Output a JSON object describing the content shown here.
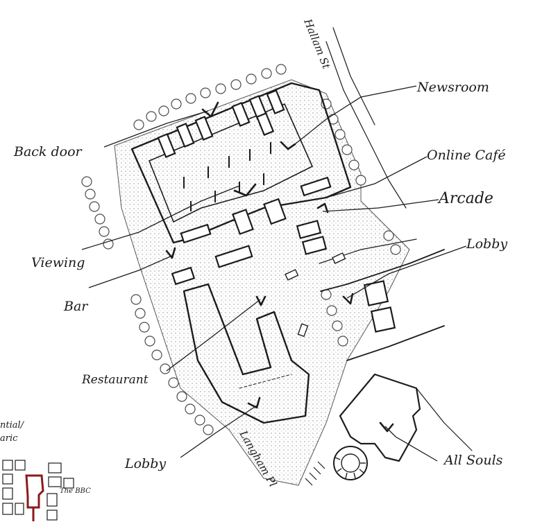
{
  "labels": {
    "street_top": "Hallam St",
    "newsroom": "Newsroom",
    "back_door": "Back door",
    "online_cafe": "Online Café",
    "arcade": "Arcade",
    "viewing": "Viewing",
    "lobby_right": "Lobby",
    "bar": "Bar",
    "restaurant": "Restaurant",
    "lobby_bottom": "Lobby",
    "langham": "Langham Pl",
    "all_souls": "All Souls",
    "inset_bbc": "The BBC",
    "inset_line1": "ntial/",
    "inset_line2": "aric"
  },
  "colors": {
    "ink": "#1c1c1c",
    "hatch": "#9a9a9a",
    "bbc_outline": "#8b1a1a",
    "paper": "#ffffff"
  }
}
